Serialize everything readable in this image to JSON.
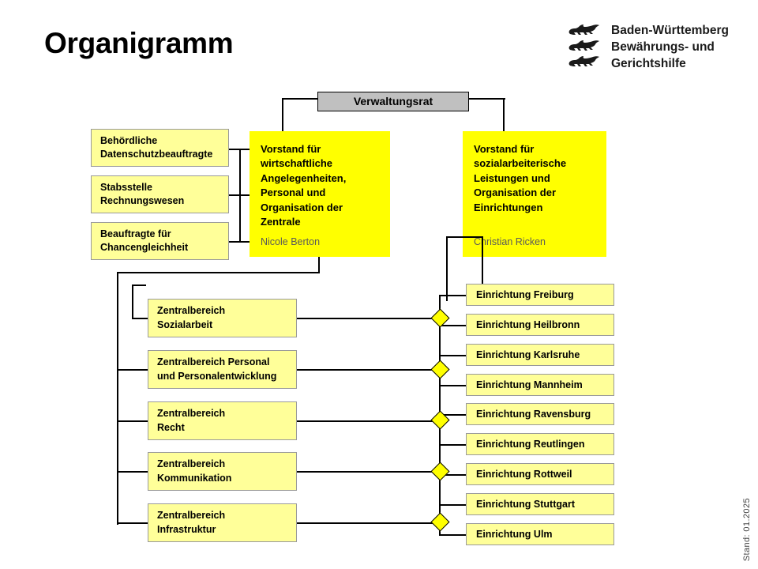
{
  "header": {
    "title": "Organigramm",
    "logo": {
      "line1": "Baden-Württemberg",
      "line2": "Bewährungs- und",
      "line3": "Gerichtshilfe",
      "emblem": "three-lions-icon"
    }
  },
  "colors": {
    "board_fill": "#FFFF00",
    "unit_fill": "#FFFF99",
    "council_fill": "#C0C0C0",
    "border": "#000000",
    "unit_border": "#9A9A9A",
    "person_text": "#5A5A5A"
  },
  "council": {
    "label": "Verwaltungsrat"
  },
  "staff_units": [
    {
      "label": "Behördliche\nDatenschutzbeauftragte"
    },
    {
      "label": "Stabsstelle\nRechnungswesen"
    },
    {
      "label": "Beauftragte für\nChancengleichheit"
    }
  ],
  "boards": [
    {
      "title": "Vorstand für\nwirtschaftliche\nAngelegenheiten,\nPersonal und\nOrganisation der\nZentrale",
      "person": "Nicole Berton"
    },
    {
      "title": "Vorstand für\nsozialarbeiterische\nLeistungen und\nOrganisation der\nEinrichtungen",
      "person": "Christian Ricken"
    }
  ],
  "central_areas": [
    {
      "label": "Zentralbereich\nSozialarbeit"
    },
    {
      "label": "Zentralbereich Personal\nund Personalentwicklung"
    },
    {
      "label": "Zentralbereich\nRecht"
    },
    {
      "label": "Zentralbereich\nKommunikation"
    },
    {
      "label": "Zentralbereich\nInfrastruktur"
    }
  ],
  "facilities": [
    {
      "label": "Einrichtung Freiburg"
    },
    {
      "label": "Einrichtung Heilbronn"
    },
    {
      "label": "Einrichtung Karlsruhe"
    },
    {
      "label": "Einrichtung Mannheim"
    },
    {
      "label": "Einrichtung Ravensburg"
    },
    {
      "label": "Einrichtung Reutlingen"
    },
    {
      "label": "Einrichtung Rottweil"
    },
    {
      "label": "Einrichtung Stuttgart"
    },
    {
      "label": "Einrichtung Ulm"
    }
  ],
  "footer": {
    "stand": "Stand: 01.2025"
  }
}
